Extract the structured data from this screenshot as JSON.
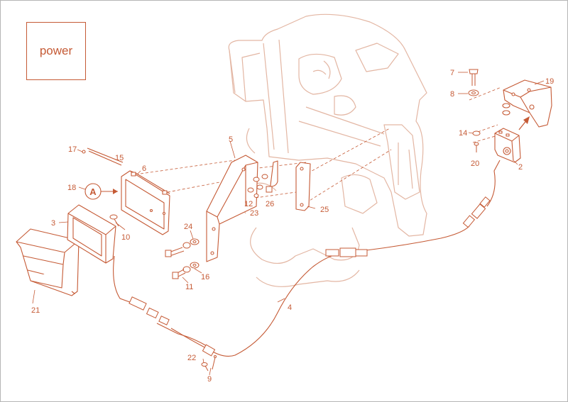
{
  "title_box": {
    "label": "power"
  },
  "colors": {
    "part_stroke": "#c55a35",
    "machine_stroke": "#e3b6a3",
    "text": "#c55a35"
  },
  "parts": [
    {
      "id": "p2",
      "label": "2"
    },
    {
      "id": "p3",
      "label": "3"
    },
    {
      "id": "p4",
      "label": "4"
    },
    {
      "id": "p5",
      "label": "5"
    },
    {
      "id": "p6",
      "label": "6"
    },
    {
      "id": "p7",
      "label": "7"
    },
    {
      "id": "p8",
      "label": "8"
    },
    {
      "id": "p9",
      "label": "9"
    },
    {
      "id": "p10",
      "label": "10"
    },
    {
      "id": "p11",
      "label": "11"
    },
    {
      "id": "p12",
      "label": "12"
    },
    {
      "id": "p14",
      "label": "14"
    },
    {
      "id": "p15",
      "label": "15"
    },
    {
      "id": "p16",
      "label": "16"
    },
    {
      "id": "p17",
      "label": "17"
    },
    {
      "id": "p18",
      "label": "18"
    },
    {
      "id": "p19",
      "label": "19"
    },
    {
      "id": "p20",
      "label": "20"
    },
    {
      "id": "p21",
      "label": "21"
    },
    {
      "id": "p22",
      "label": "22"
    },
    {
      "id": "p23",
      "label": "23"
    },
    {
      "id": "p24",
      "label": "24"
    },
    {
      "id": "p25",
      "label": "25"
    },
    {
      "id": "p26",
      "label": "26"
    }
  ],
  "callout": {
    "letter": "A"
  }
}
